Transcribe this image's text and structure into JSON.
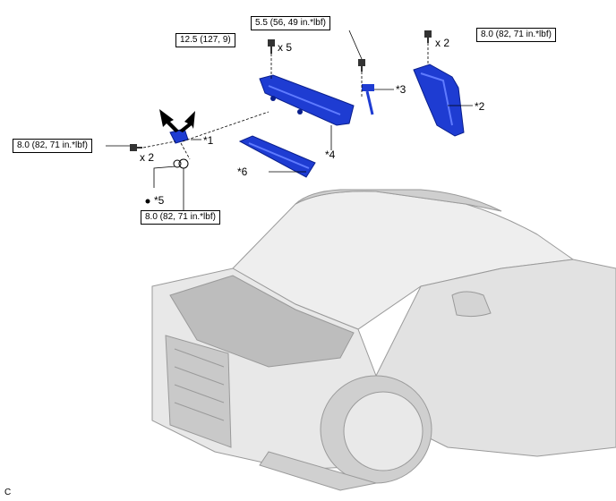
{
  "torques": {
    "t1": "5.5 (56, 49 in.*lbf)",
    "t2": "12.5 (127, 9)",
    "t3": "8.0 (82, 71 in.*lbf)",
    "t4": "8.0 (82, 71 in.*lbf)",
    "t5": "8.0 (82, 71 in.*lbf)"
  },
  "qty": {
    "q1": "x 5",
    "q2": "x 2",
    "q3": "x 2"
  },
  "callouts": {
    "c1": "*1",
    "c2": "*2",
    "c3": "*3",
    "c4": "*4",
    "c5": "*5",
    "c6": "*6"
  },
  "corner_code": "C",
  "colors": {
    "part_blue": "#1e3cd2",
    "part_dark": "#0a1f8c",
    "car_gray": "#d9d9d9"
  }
}
